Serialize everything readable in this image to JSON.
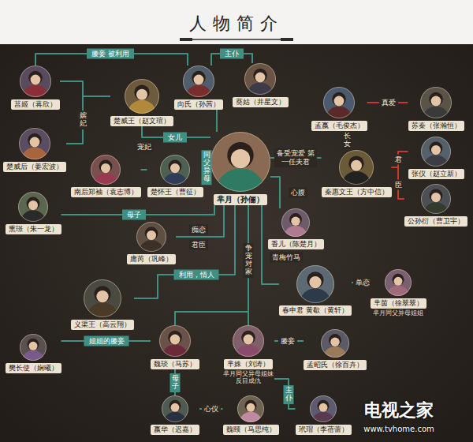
{
  "diagram": {
    "title": "人物简介",
    "nodes": [
      {
        "text": [
          "莒姬（蒋欣）"
        ]
      },
      {
        "text": [
          "楚威王（赵文瑄）"
        ]
      },
      {
        "text": [
          "向氏（孙茜）"
        ]
      },
      {
        "text": [
          "葵姑（井星文）"
        ]
      },
      {
        "text": [
          "楚威后（姜宏波）"
        ]
      },
      {
        "text": [
          "南后郑袖（袁志博）"
        ]
      },
      {
        "text": [
          "楚怀王（曹征）"
        ]
      },
      {
        "text": [
          "芈月（孙俪）"
        ]
      },
      {
        "text": [
          "孟嬴（毛俊杰）"
        ]
      },
      {
        "text": [
          "苏秦（张瀚恒）"
        ]
      },
      {
        "text": [
          "张仪（赵立新）"
        ]
      },
      {
        "text": [
          "秦惠文王（方中信）"
        ]
      },
      {
        "text": [
          "公孙衍（曹卫宇）"
        ]
      },
      {
        "text": [
          "熏璟（朱一龙）"
        ]
      },
      {
        "text": [
          "庸芮（巩峰）"
        ]
      },
      {
        "text": [
          "香儿（陈楚月）"
        ]
      },
      {
        "text": [
          "义渠王（高云翔）"
        ]
      },
      {
        "text": [
          "春申君 黄歇（黄轩）"
        ]
      },
      {
        "text": [
          "芈茵（徐翠翠）",
          "芈月同父异母姐姐"
        ]
      },
      {
        "text": [
          "樊长使（娴曦）"
        ]
      },
      {
        "text": [
          "魏琰（马苏）"
        ]
      },
      {
        "text": [
          "芈姝（刘涛）",
          "芈月同父异母姐妹 反目成仇"
        ]
      },
      {
        "text": [
          "孟昭氏（徐百卉）"
        ]
      },
      {
        "text": [
          "嬴华（迟嘉）"
        ]
      },
      {
        "text": [
          "魏颐（马思纯）"
        ]
      },
      {
        "text": [
          "玳瑁（李蓓蕾）"
        ]
      }
    ],
    "edges": [
      {
        "from": 0,
        "to": 2,
        "arrow": "none",
        "label": "媵妾 被利用"
      },
      {
        "from": 2,
        "to": 3,
        "arrow": "none",
        "label": "主仆"
      },
      {
        "from": 1,
        "to": 0,
        "arrow": "none",
        "label": "嫔妃"
      },
      {
        "from": 1,
        "to": 4,
        "arrow": "none"
      },
      {
        "from": 1,
        "to": 7,
        "arrow": "none",
        "label": "女儿"
      },
      {
        "from": 2,
        "to": 7,
        "arrow": "none"
      },
      {
        "from": 6,
        "to": 5,
        "arrow": "none",
        "label": "宠妃"
      },
      {
        "from": 6,
        "to": 7,
        "arrow": "none",
        "label": "同父异母"
      },
      {
        "from": 13,
        "to": 7,
        "arrow": "none",
        "label": "母子"
      },
      {
        "from": 14,
        "to": 7,
        "arrow": "none",
        "label": "痴恋"
      },
      {
        "from": 15,
        "to": 7,
        "arrow": "none",
        "label": "心腹"
      },
      {
        "from": 16,
        "to": 7,
        "arrow": "none",
        "label": "利用，情人"
      },
      {
        "from": 17,
        "to": 7,
        "arrow": "none",
        "label": "青梅竹马"
      },
      {
        "from": 18,
        "to": 17,
        "arrow": "none",
        "label": "单恋"
      },
      {
        "from": 11,
        "to": 7,
        "arrow": "none",
        "label": "备受宠爱 第一任夫君"
      },
      {
        "from": 11,
        "to": 8,
        "arrow": "none",
        "label": "长女"
      },
      {
        "from": 8,
        "to": 9,
        "arrow": "none",
        "label": "真爱"
      },
      {
        "from": 11,
        "to": 10,
        "arrow": "none",
        "label": "君"
      },
      {
        "from": 11,
        "to": 12,
        "arrow": "none",
        "label": "臣"
      },
      {
        "from": 7,
        "to": 20,
        "arrow": "none",
        "label": "争宠对家"
      },
      {
        "from": 7,
        "to": 21,
        "arrow": "none"
      },
      {
        "from": 19,
        "to": 20,
        "arrow": "none",
        "label": "姐姐的媵妾"
      },
      {
        "from": 21,
        "to": 22,
        "arrow": "none",
        "label": "媵妾"
      },
      {
        "from": 20,
        "to": 23,
        "arrow": "none",
        "label": "母子"
      },
      {
        "from": 23,
        "to": 24,
        "arrow": "none",
        "label": "心仪"
      },
      {
        "from": 21,
        "to": 25,
        "arrow": "none",
        "label": "主仆"
      }
    ],
    "labels": [
      "君臣",
      "电视之家",
      "www.tvhome.com"
    ]
  }
}
